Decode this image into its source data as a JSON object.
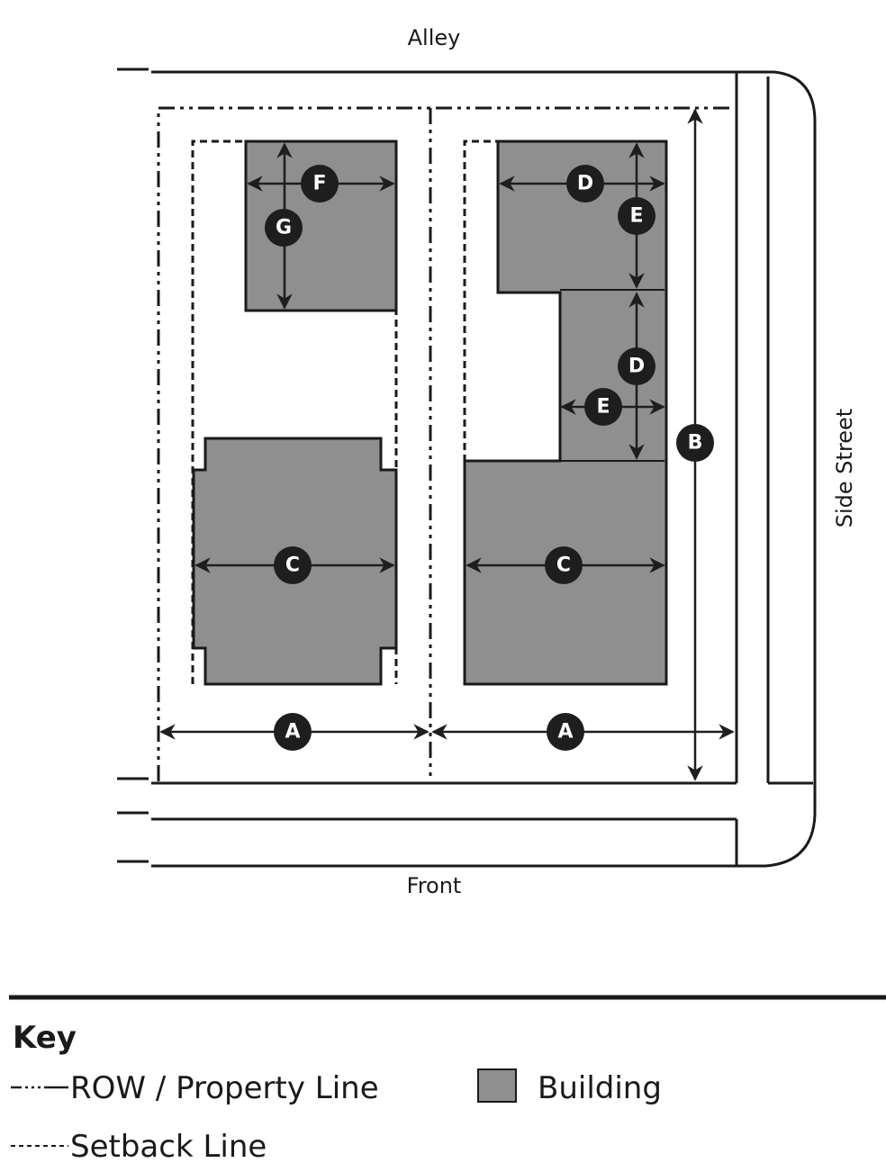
{
  "diagram": {
    "streets": {
      "top": "Alley",
      "bottom": "Front",
      "right": "Side Street"
    },
    "dimension_labels": {
      "lot_width": "A",
      "lot_depth": "B",
      "building_width": "C",
      "wing_depth": "D",
      "wing_width": "E",
      "accessory_width": "F",
      "accessory_depth": "G"
    }
  },
  "key": {
    "title": "Key",
    "items": [
      {
        "label": "ROW / Property Line"
      },
      {
        "label": "Setback Line"
      },
      {
        "label": "Building"
      }
    ]
  },
  "colors": {
    "building": "#8f8f8f",
    "line": "#1a1a1a"
  }
}
